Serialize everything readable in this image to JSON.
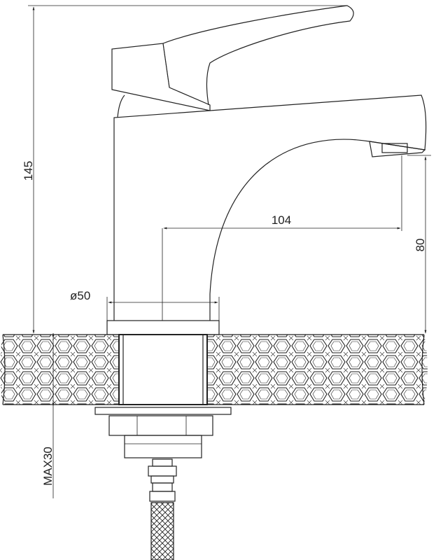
{
  "dimensions": {
    "height_total": "145",
    "spout_reach": "104",
    "spout_height": "80",
    "base_diameter": "ø50",
    "max_countertop": "MAX30"
  }
}
